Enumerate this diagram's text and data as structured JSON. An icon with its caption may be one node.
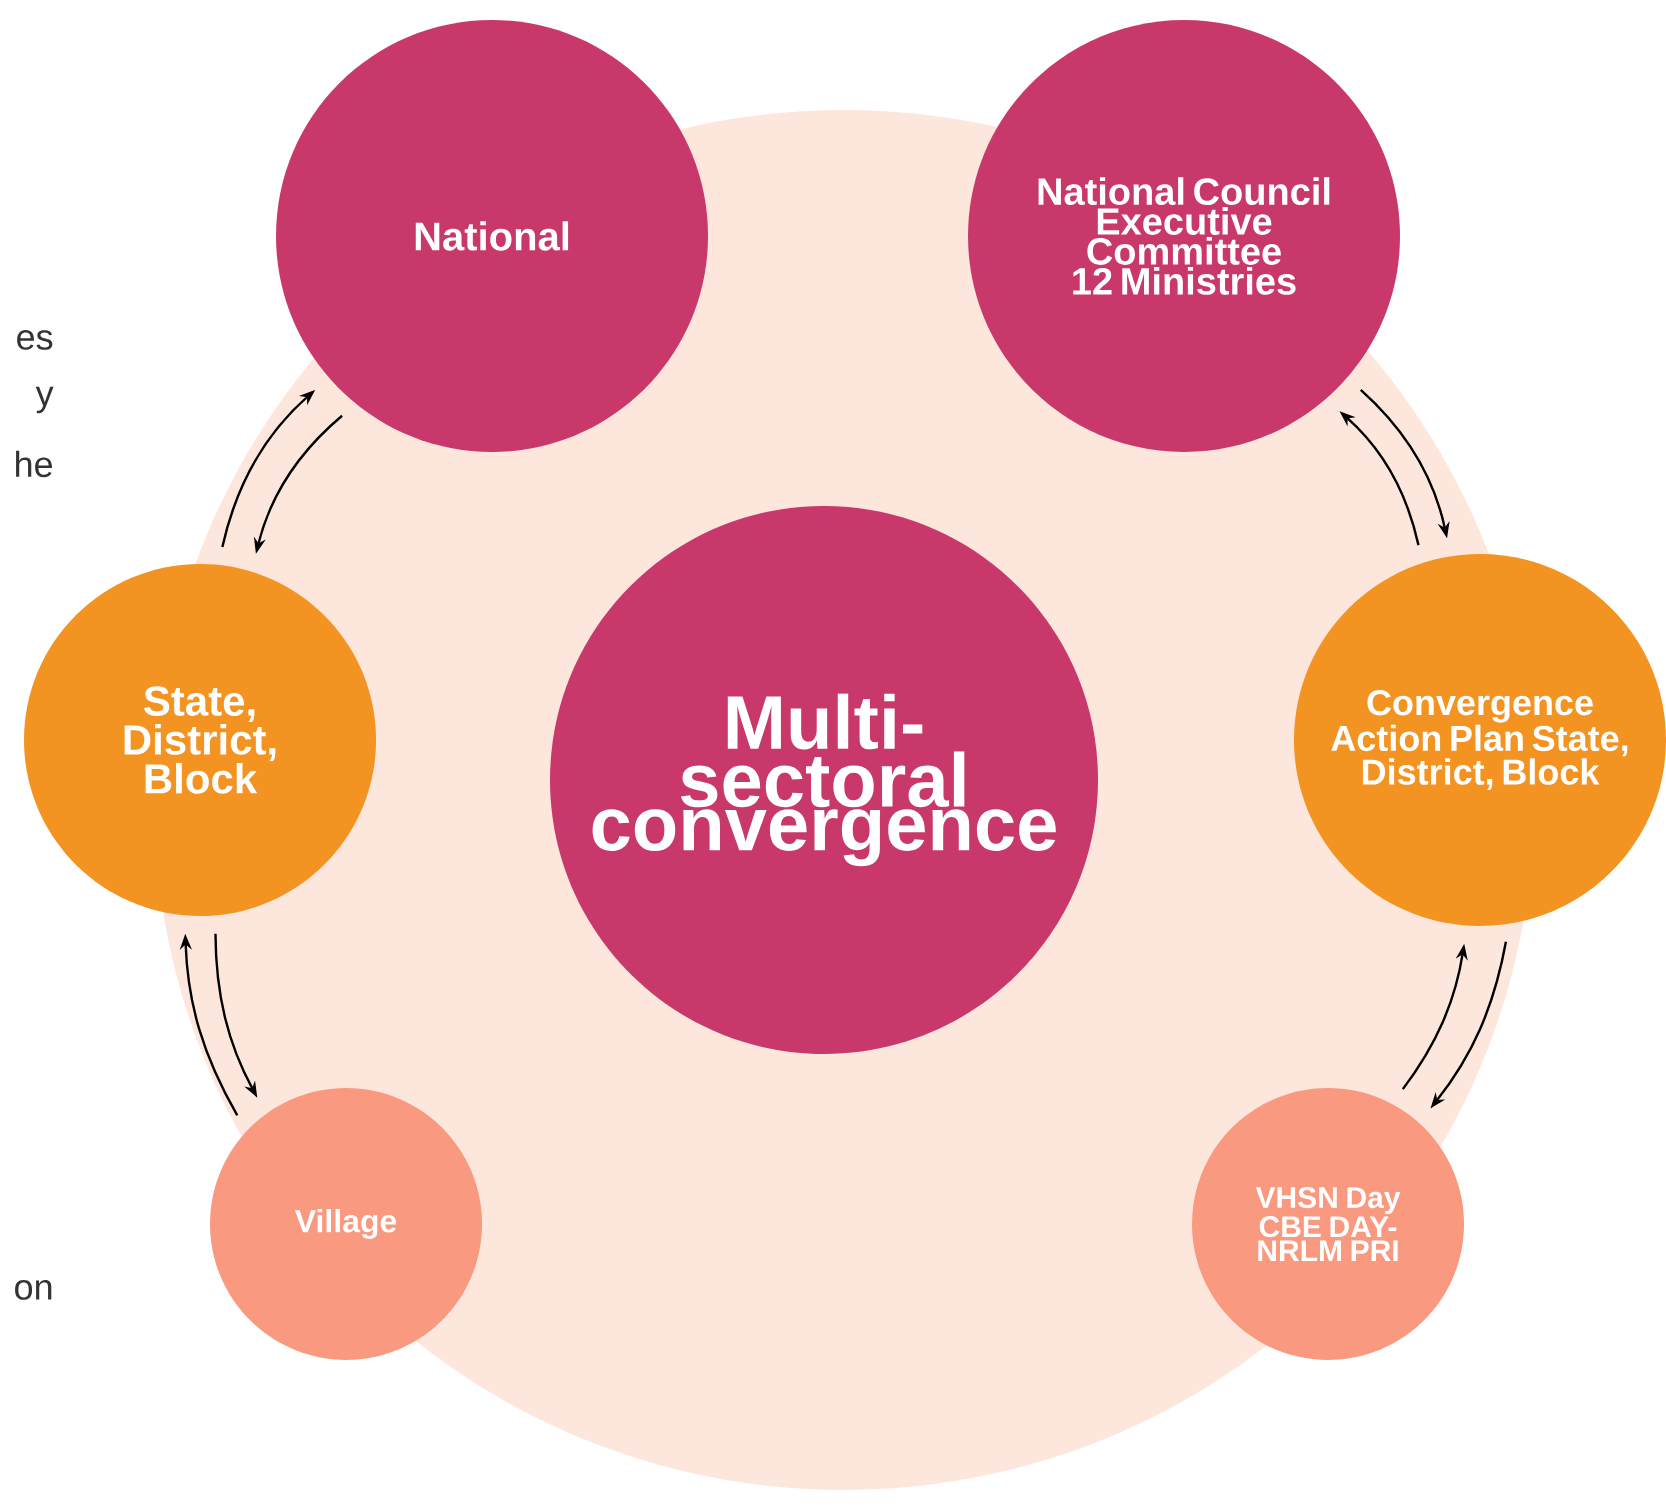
{
  "diagram": {
    "nodes": [
      {
        "text": [
          "National"
        ]
      },
      {
        "text": [
          "National Council Executive Committee 12 Ministries"
        ]
      },
      {
        "text": [
          "State, District, Block"
        ]
      },
      {
        "text": [
          "Multi-sectoral convergence"
        ]
      },
      {
        "text": [
          "Convergence Action Plan State, District, Block"
        ]
      },
      {
        "text": [
          "Village"
        ]
      },
      {
        "text": [
          "VHSN Day CBE DAY-NRLM PRI"
        ]
      }
    ],
    "edges": [
      {
        "from": 2,
        "to": 0,
        "arrow": "to"
      },
      {
        "from": 0,
        "to": 2,
        "arrow": "to"
      },
      {
        "from": 5,
        "to": 2,
        "arrow": "to"
      },
      {
        "from": 2,
        "to": 5,
        "arrow": "to"
      },
      {
        "from": 4,
        "to": 1,
        "arrow": "to"
      },
      {
        "from": 1,
        "to": 4,
        "arrow": "to"
      },
      {
        "from": 6,
        "to": 4,
        "arrow": "to"
      },
      {
        "from": 4,
        "to": 6,
        "arrow": "to"
      }
    ],
    "labels": [
      "es",
      "y",
      "he",
      "on"
    ]
  }
}
